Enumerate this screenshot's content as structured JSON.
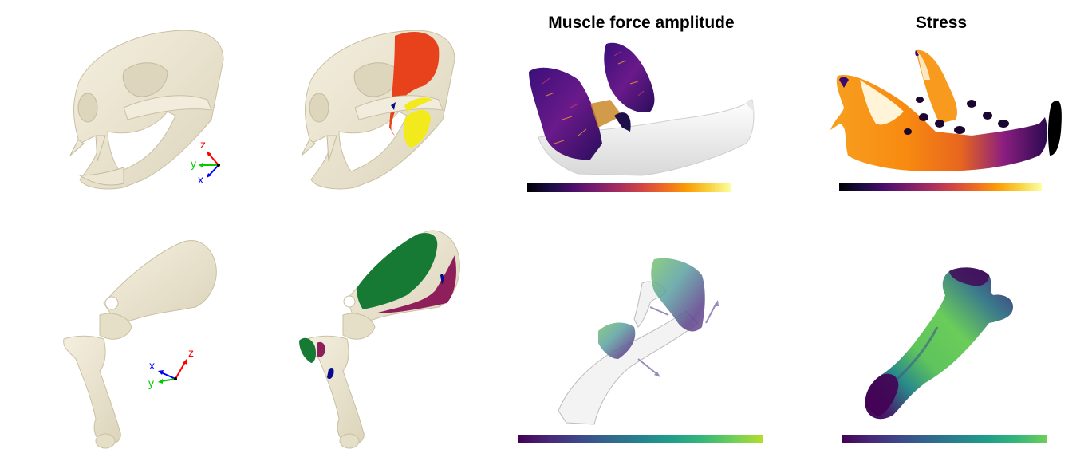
{
  "figure": {
    "columns": [
      {
        "id": "bone-model",
        "title": ""
      },
      {
        "id": "muscle-attachments",
        "title": ""
      },
      {
        "id": "muscle-force",
        "title": "Muscle force amplitude"
      },
      {
        "id": "stress",
        "title": "Stress"
      }
    ],
    "rows": [
      {
        "id": "skull",
        "specimen": "skull-and-mandible"
      },
      {
        "id": "forelimb",
        "specimen": "scapula-and-humerus"
      }
    ],
    "axes_triads": [
      {
        "panel": "skull-bone",
        "labels": {
          "x": "x",
          "y": "y",
          "z": "z"
        }
      },
      {
        "panel": "forelimb-bone",
        "labels": {
          "x": "x",
          "y": "y",
          "z": "z"
        }
      }
    ],
    "colorbars": [
      {
        "panel": "skull-muscle-force",
        "colormap": "inferno",
        "stops": [
          "#000004",
          "#1b0c41",
          "#4a0c6b",
          "#781c6d",
          "#a52c60",
          "#cf4446",
          "#ed6925",
          "#fb9b06",
          "#f7d13d",
          "#fcffa4"
        ]
      },
      {
        "panel": "skull-stress",
        "colormap": "inferno",
        "stops": [
          "#000004",
          "#1b0c41",
          "#4a0c6b",
          "#781c6d",
          "#a52c60",
          "#cf4446",
          "#ed6925",
          "#fb9b06",
          "#f7d13d",
          "#fcffa4"
        ]
      },
      {
        "panel": "forelimb-muscle-force",
        "colormap": "viridis",
        "stops": [
          "#440154",
          "#482878",
          "#3e4989",
          "#31688e",
          "#26828e",
          "#1f9e89",
          "#35b779",
          "#6ece58",
          "#b5de2b"
        ]
      },
      {
        "panel": "forelimb-stress",
        "colormap": "viridis",
        "stops": [
          "#440154",
          "#482878",
          "#3e4989",
          "#31688e",
          "#26828e",
          "#1f9e89",
          "#35b779",
          "#6ece58"
        ]
      }
    ],
    "colors": {
      "bone": "#ece6d2",
      "bone_shade": "#d6ceb4",
      "muscle_red": "#e8421c",
      "muscle_yellow": "#f2ea1c",
      "muscle_green": "#167a34",
      "muscle_maroon": "#8e1f5a",
      "muscle_blue": "#0a0a8c",
      "axis_x": "#0000ff",
      "axis_y": "#00cc00",
      "axis_z": "#ff0000",
      "grey_bone": "#e4e4e4"
    }
  }
}
